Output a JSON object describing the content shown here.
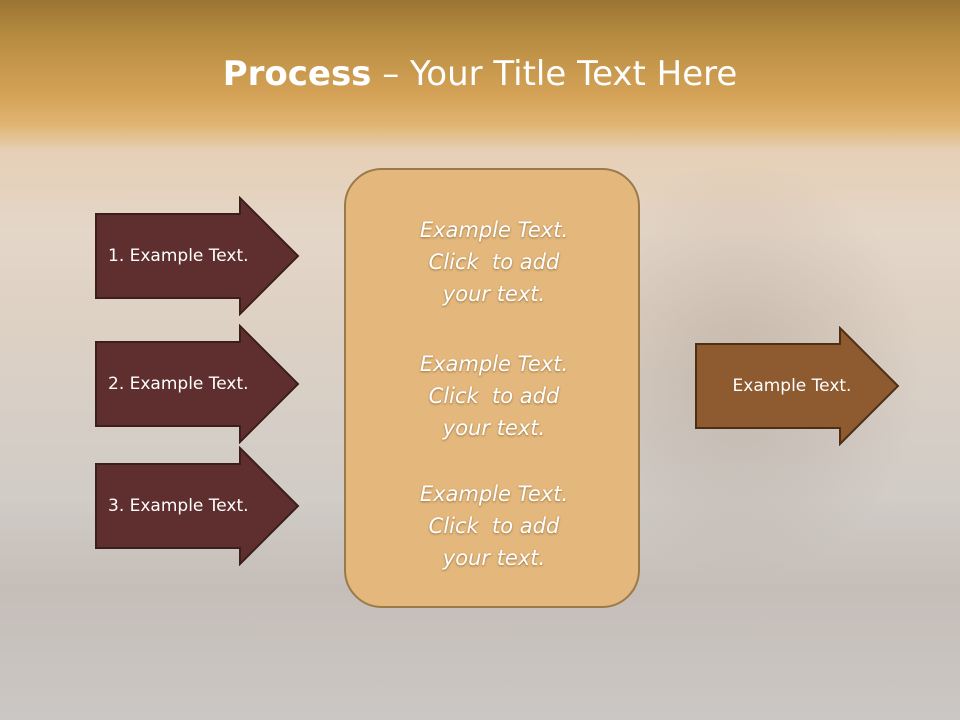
{
  "slide": {
    "title_bold": "Process",
    "title_rest": " – Your Title Text Here"
  },
  "arrows_left": [
    {
      "label": "1. Example Text."
    },
    {
      "label": "2. Example Text."
    },
    {
      "label": "3. Example Text."
    }
  ],
  "center": {
    "blocks": [
      "Example Text.\nClick  to add\nyour text.",
      "Example Text.\nClick  to add\nyour text.",
      "Example Text.\nClick  to add\nyour text."
    ]
  },
  "arrow_right": {
    "label": "Example Text."
  },
  "colors": {
    "left_arrow_fill": "#5e2f2e",
    "right_arrow_fill": "#8e5a30",
    "center_fill": "#e4b87c",
    "title_color": "#ffffff"
  }
}
